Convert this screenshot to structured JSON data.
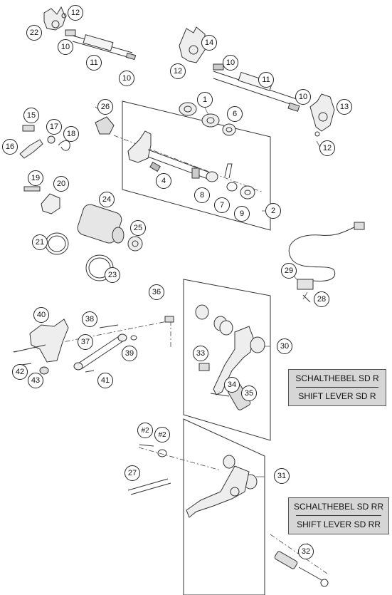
{
  "callouts": {
    "c1": "1",
    "c2": "2",
    "c4": "4",
    "c6": "6",
    "c7": "7",
    "c8": "8",
    "c9": "9",
    "c10a": "10",
    "c10b": "10",
    "c10c": "10",
    "c10d": "10",
    "c11a": "11",
    "c11b": "11",
    "c12a": "12",
    "c12b": "12",
    "c12c": "12",
    "c13": "13",
    "c14": "14",
    "c15": "15",
    "c16": "16",
    "c17": "17",
    "c18": "18",
    "c19": "19",
    "c20": "20",
    "c21": "21",
    "c22": "22",
    "c23": "23",
    "c24": "24",
    "c25": "25",
    "c26": "26",
    "c27": "27",
    "c28": "28",
    "c29": "29",
    "c30": "30",
    "c31": "31",
    "c32": "32",
    "c33": "33",
    "c34": "34",
    "c35": "35",
    "c36": "36",
    "c37": "37",
    "c38": "38",
    "c39": "39",
    "c40": "40",
    "c41": "41",
    "c42": "42",
    "c43": "43",
    "r2a": "#2",
    "r2b": "#2"
  },
  "labels": {
    "sd_r": {
      "line1": "SCHALTHEBEL SD R",
      "line2": "SHIFT LEVER SD R"
    },
    "sd_rr": {
      "line1": "SCHALTHEBEL SD RR",
      "line2": "SHIFT LEVER SD RR"
    }
  }
}
